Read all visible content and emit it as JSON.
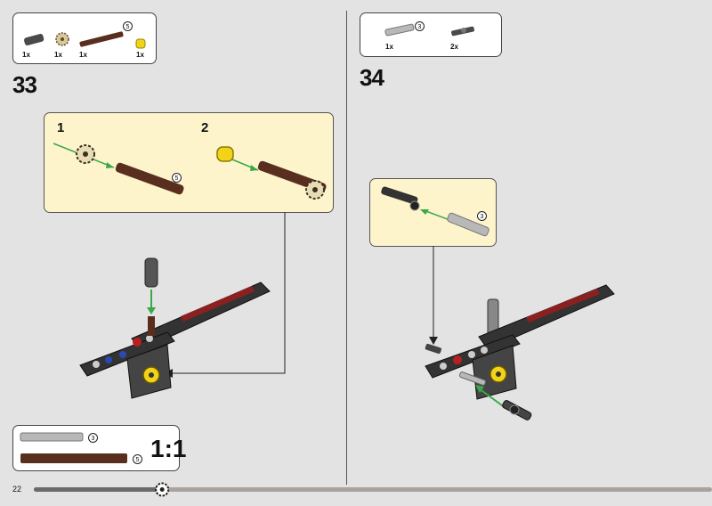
{
  "page": {
    "number": "22"
  },
  "step33": {
    "number": "33",
    "parts": [
      {
        "name": "dark-grey-pin",
        "qty": "1x"
      },
      {
        "name": "tan-gear",
        "qty": "1x"
      },
      {
        "name": "brown-axle",
        "qty": "1x",
        "length": "5"
      },
      {
        "name": "yellow-bush",
        "qty": "1x"
      }
    ],
    "substeps": [
      {
        "number": "1",
        "axle_length": "5"
      },
      {
        "number": "2",
        "axle_length": "5"
      }
    ]
  },
  "step34": {
    "number": "34",
    "parts": [
      {
        "name": "grey-axle",
        "qty": "1x",
        "length": "3"
      },
      {
        "name": "dark-grey-axle-pin",
        "qty": "2x"
      }
    ],
    "callout_axle_length": "3"
  },
  "scale_box": {
    "label": "1:1",
    "items": [
      {
        "name": "grey-axle",
        "length": "3"
      },
      {
        "name": "brown-axle",
        "length": "5"
      }
    ]
  },
  "colors": {
    "background": "#e3e3e3",
    "callout": "#fdf4cc",
    "brown": "#5a2e1e",
    "grey": "#b8b8b8",
    "progress": "#aaa39d",
    "arrow_green": "#3aa84a"
  },
  "progress": {
    "value": 0.22
  }
}
